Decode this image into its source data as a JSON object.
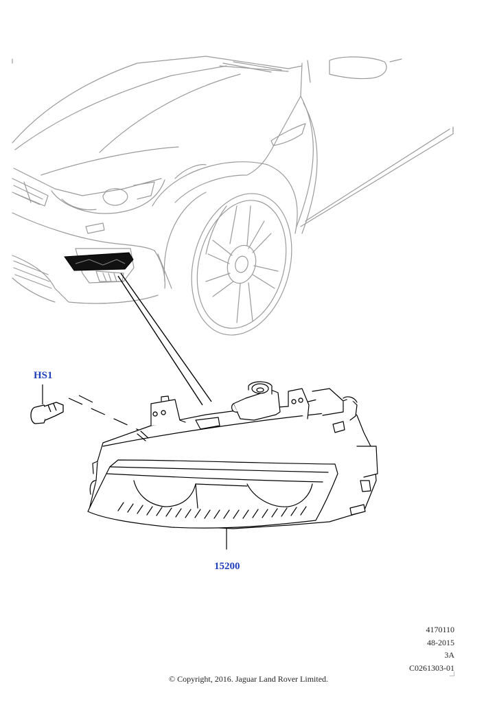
{
  "diagram": {
    "callouts": {
      "fastener": "HS1",
      "fog_lamp": "15200"
    },
    "reference": {
      "illustration_number": "4170110",
      "date_code": "48-2015",
      "revision": "3A",
      "catalogue_code": "C0261303-01"
    },
    "copyright": "© Copyright, 2016. Jaguar Land Rover Limited."
  }
}
